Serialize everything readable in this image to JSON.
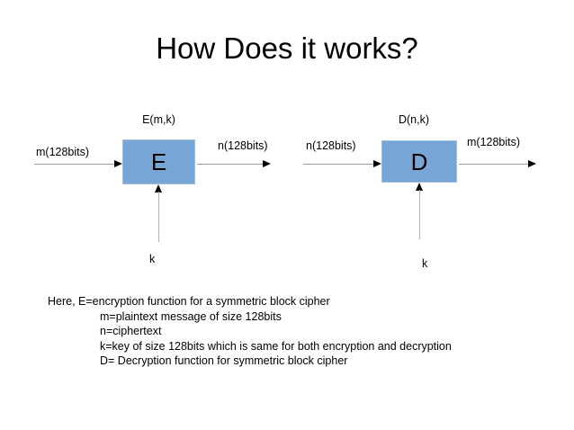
{
  "slide": {
    "title": "How Does it works?",
    "background_color": "#ffffff",
    "block_color": "#77A5D6"
  },
  "diagram": {
    "encrypt": {
      "block_letter": "E",
      "function_label": "E(m,k)",
      "input_label": "m(128bits)",
      "output_label": "n(128bits)",
      "key_label": "k"
    },
    "decrypt": {
      "block_letter": "D",
      "function_label": "D(n,k)",
      "input_label": "n(128bits)",
      "output_label": "m(128bits)",
      "key_label": "k"
    }
  },
  "legend": {
    "lines": [
      "Here, E=encryption function for a symmetric block cipher",
      "m=plaintext message of size 128bits",
      "n=ciphertext",
      "k=key of size 128bits which is same for both encryption and decryption",
      "D= Decryption function for symmetric block cipher"
    ]
  }
}
